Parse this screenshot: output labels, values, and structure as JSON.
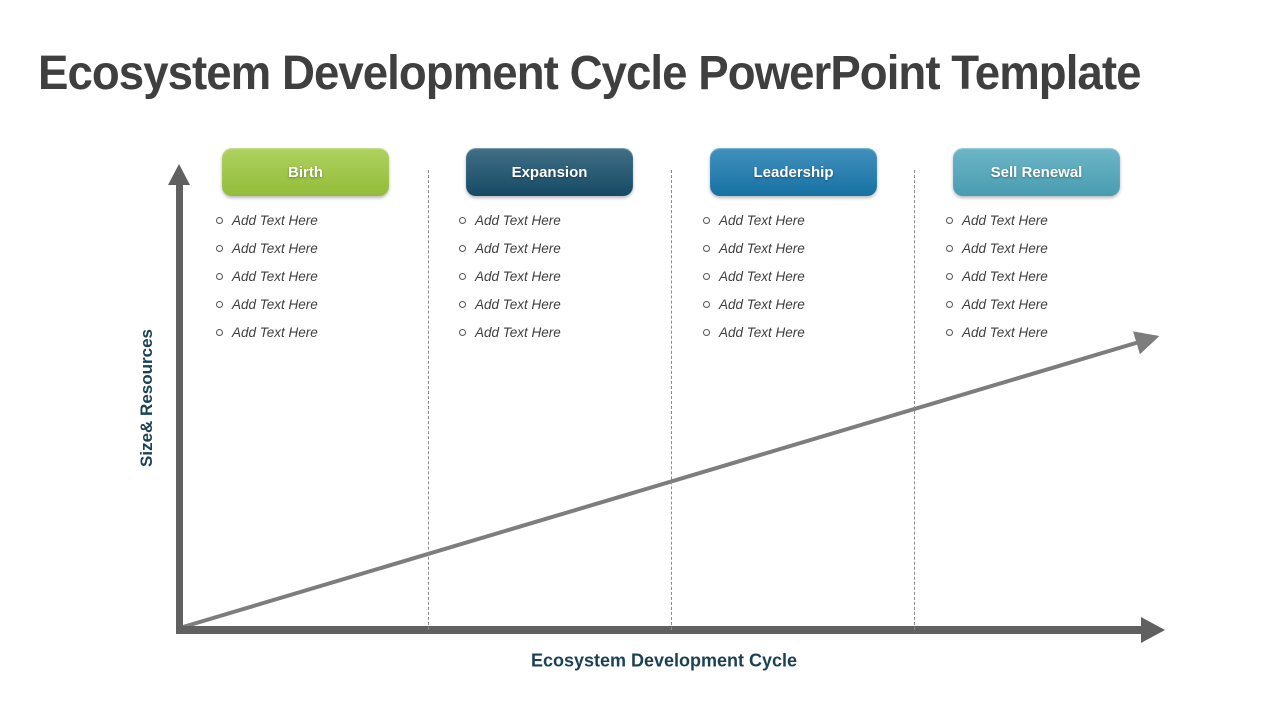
{
  "title": "Ecosystem Development Cycle PowerPoint Template",
  "axes": {
    "y_label": "Size& Resources",
    "x_label": "Ecosystem Development Cycle"
  },
  "stages": [
    {
      "label": "Birth",
      "color": "#9CC83C",
      "items": [
        "Add Text Here",
        "Add Text Here",
        "Add Text Here",
        "Add Text Here",
        "Add Text Here"
      ]
    },
    {
      "label": "Expansion",
      "color": "#174F6B",
      "items": [
        "Add Text Here",
        "Add Text Here",
        "Add Text Here",
        "Add Text Here",
        "Add Text Here"
      ]
    },
    {
      "label": "Leadership",
      "color": "#1878AE",
      "items": [
        "Add Text Here",
        "Add Text Here",
        "Add Text Here",
        "Add Text Here",
        "Add Text Here"
      ]
    },
    {
      "label": "Sell Renewal",
      "color": "#4DA6BB",
      "items": [
        "Add Text Here",
        "Add Text Here",
        "Add Text Here",
        "Add Text Here",
        "Add Text Here"
      ]
    }
  ],
  "colors": {
    "title_text": "#3F3F3F",
    "axis": "#606060",
    "growth_line": "#7D7D7D",
    "axis_label_text": "#1A4254",
    "placeholder_text": "#3F3F3F",
    "divider": "#8C8C8C",
    "background": "#FFFFFF"
  }
}
